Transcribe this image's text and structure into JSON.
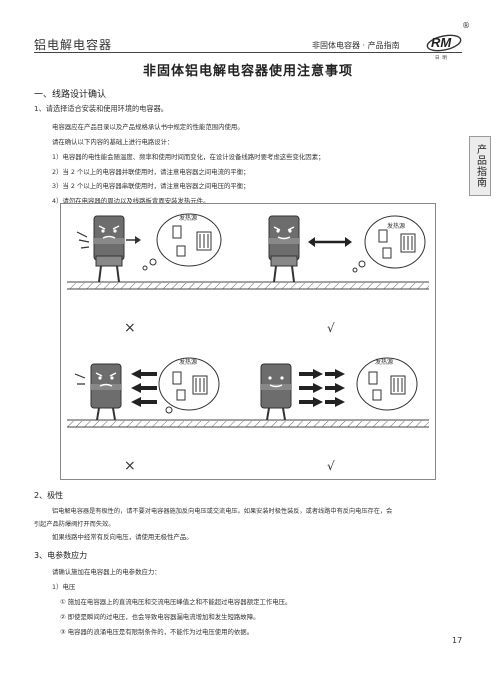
{
  "header": {
    "left_title": "铝电解电容器",
    "right_title": "非固体电容器 · 产品指南",
    "logo_text": "RM",
    "logo_registered": "®",
    "logo_sub": "日  明"
  },
  "side_tab": {
    "label": "产品指南"
  },
  "title": "非固体铝电解电容器使用注意事项",
  "section1": {
    "heading": "一、线路设计确认",
    "item1": "1、请选择适合安装和使用环境的电容器。",
    "lines": [
      "电容器应在产品目录以及产品规格承认书中规定的性能范围内使用。",
      "请在确认以下内容的基础上进行电路设计：",
      "1）电容器的电性能会随温度、频率和使用时间而变化，在设计设备线路时要考虑这些变化因素；",
      "2）当 2 个以上的电容器并联使用时，请注意电容器之间电流的平衡；",
      "3）当 2 个以上的电容器串联使用时，请注意电容器之间电压的平衡；",
      "4）请勿在电容器的周边以及线路板背面安装发热元件。"
    ]
  },
  "figure": {
    "heat_label": "发热源",
    "wrong_mark": "×",
    "right_mark": "√"
  },
  "section2": {
    "heading": "2、极性",
    "lines": [
      "铝电解电容器是有极性的，请不要对电容器施加反向电压或交流电压。如果安装时极性装反，或者线路中有反向电压存在，会",
      "引起产品防爆阀打开而失效。",
      "如果线路中经常有反向电压，请使用无极性产品。"
    ]
  },
  "section3": {
    "heading": "3、电参数应力",
    "lines": [
      "请确认施加在电容器上的电参数应力：",
      "1）电压",
      "① 施加在电容器上的直流电压和交流电压峰值之和不能超过电容器额定工作电压。",
      "② 即使是瞬间的过电压，也会导致电容器漏电流增加和发生短路故障。",
      "③ 电容器的浪涌电压是有限制条件的，不能作为过电压使用的依据。"
    ]
  },
  "page_number": "17"
}
